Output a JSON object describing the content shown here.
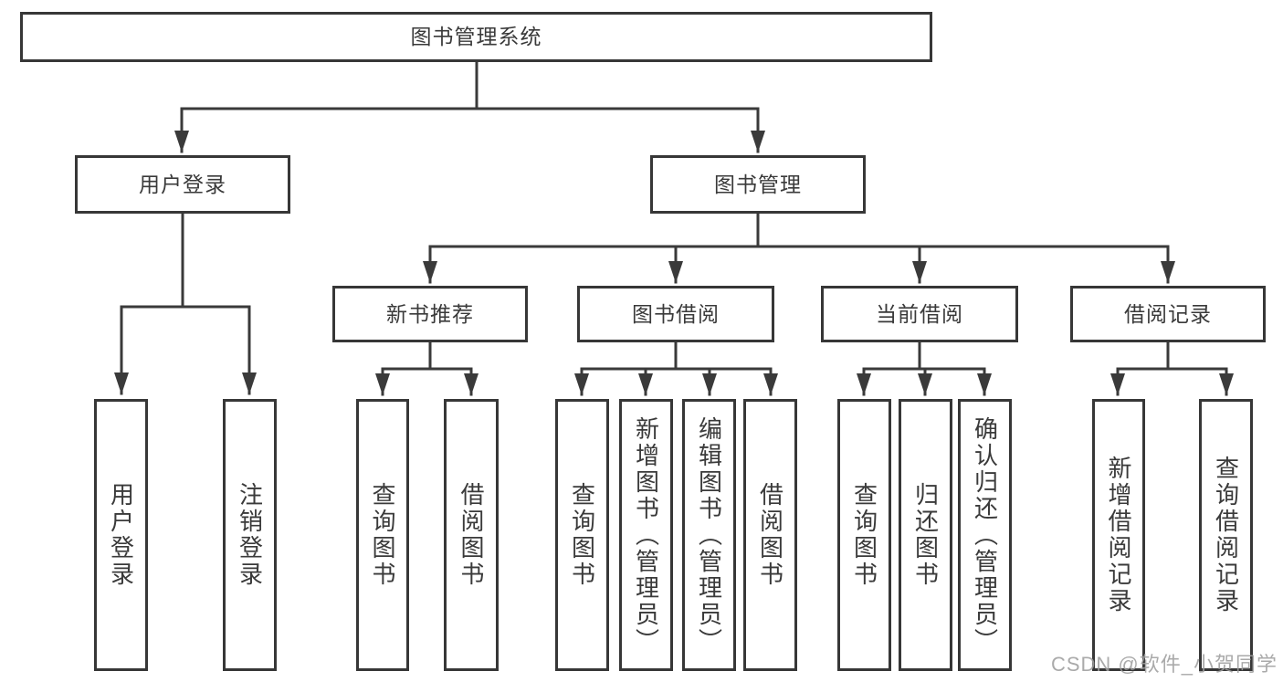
{
  "colors": {
    "line": "#3a3a3a",
    "box_border": "#373737",
    "text": "#3a3a3a",
    "watermark": "#b5b5b5"
  },
  "watermark": "CSDN @软件_小贺同学",
  "tree": {
    "root": "图书管理系统",
    "branches": [
      {
        "label": "用户登录",
        "children": [
          "用户登录",
          "注销登录"
        ]
      },
      {
        "label": "图书管理",
        "children": [
          {
            "label": "新书推荐",
            "children": [
              "查询图书",
              "借阅图书"
            ]
          },
          {
            "label": "图书借阅",
            "children": [
              "查询图书",
              "新增图书（管理员）",
              "编辑图书（管理员）",
              "借阅图书"
            ]
          },
          {
            "label": "当前借阅",
            "children": [
              "查询图书",
              "归还图书",
              "确认归还（管理员）"
            ]
          },
          {
            "label": "借阅记录",
            "children": [
              "新增借阅记录",
              "查询借阅记录"
            ]
          }
        ]
      }
    ]
  }
}
